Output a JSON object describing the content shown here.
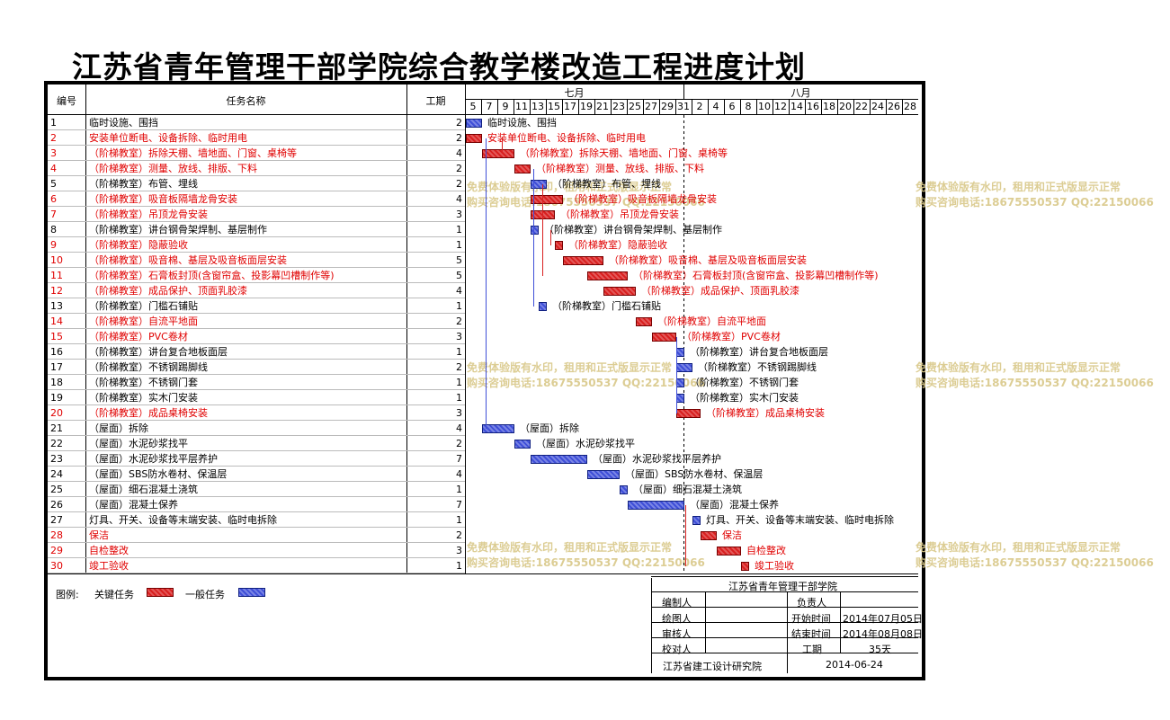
{
  "title": "江苏省青年管理干部学院综合教学楼改造工程进度计划",
  "headers": {
    "no": "编号",
    "name": "任务名称",
    "duration": "工期"
  },
  "months": [
    {
      "label": "七月"
    },
    {
      "label": "八月"
    }
  ],
  "days": [
    "5",
    "7",
    "9",
    "11",
    "13",
    "15",
    "17",
    "19",
    "21",
    "23",
    "25",
    "27",
    "29",
    "31",
    "2",
    "4",
    "6",
    "8",
    "10",
    "12",
    "14",
    "16",
    "18",
    "20",
    "22",
    "24",
    "26",
    "28"
  ],
  "tasks": [
    {
      "no": "1",
      "name": "临时设施、围挡",
      "dur": "2",
      "critical": false,
      "start": 0,
      "len": 2
    },
    {
      "no": "2",
      "name": "安装单位断电、设备拆除、临时用电",
      "dur": "2",
      "critical": true,
      "start": 0,
      "len": 2
    },
    {
      "no": "3",
      "name": "（阶梯教室）拆除天棚、墙地面、门窗、桌椅等",
      "dur": "4",
      "critical": true,
      "start": 2,
      "len": 4
    },
    {
      "no": "4",
      "name": "（阶梯教室）测量、放线、排版、下料",
      "dur": "2",
      "critical": true,
      "start": 6,
      "len": 2
    },
    {
      "no": "5",
      "name": "（阶梯教室）布管、埋线",
      "dur": "2",
      "critical": false,
      "start": 8,
      "len": 2
    },
    {
      "no": "6",
      "name": "（阶梯教室）吸音板隔墙龙骨安装",
      "dur": "4",
      "critical": true,
      "start": 8,
      "len": 4
    },
    {
      "no": "7",
      "name": "（阶梯教室）吊顶龙骨安装",
      "dur": "3",
      "critical": true,
      "start": 8,
      "len": 3
    },
    {
      "no": "8",
      "name": "（阶梯教室）讲台钢骨架焊制、基层制作",
      "dur": "1",
      "critical": false,
      "start": 8,
      "len": 1
    },
    {
      "no": "9",
      "name": "（阶梯教室）隐蔽验收",
      "dur": "1",
      "critical": true,
      "start": 11,
      "len": 1
    },
    {
      "no": "10",
      "name": "（阶梯教室）吸音棉、基层及吸音板面层安装",
      "dur": "5",
      "critical": true,
      "start": 12,
      "len": 5
    },
    {
      "no": "11",
      "name": "（阶梯教室）石膏板封顶(含窗帘盒、投影幕凹槽制作等)",
      "dur": "5",
      "critical": true,
      "start": 15,
      "len": 5
    },
    {
      "no": "12",
      "name": "（阶梯教室）成品保护、顶面乳胶漆",
      "dur": "4",
      "critical": true,
      "start": 17,
      "len": 4
    },
    {
      "no": "13",
      "name": "（阶梯教室）门槛石铺贴",
      "dur": "1",
      "critical": false,
      "start": 9,
      "len": 1
    },
    {
      "no": "14",
      "name": "（阶梯教室）自流平地面",
      "dur": "2",
      "critical": true,
      "start": 21,
      "len": 2
    },
    {
      "no": "15",
      "name": "（阶梯教室）PVC卷材",
      "dur": "3",
      "critical": true,
      "start": 23,
      "len": 3
    },
    {
      "no": "16",
      "name": "（阶梯教室）讲台复合地板面层",
      "dur": "1",
      "critical": false,
      "start": 26,
      "len": 1
    },
    {
      "no": "17",
      "name": "（阶梯教室）不锈钢踢脚线",
      "dur": "2",
      "critical": false,
      "start": 26,
      "len": 2
    },
    {
      "no": "18",
      "name": "（阶梯教室）不锈钢门套",
      "dur": "1",
      "critical": false,
      "start": 26,
      "len": 1
    },
    {
      "no": "19",
      "name": "（阶梯教室）实木门安装",
      "dur": "1",
      "critical": false,
      "start": 26,
      "len": 1
    },
    {
      "no": "20",
      "name": "（阶梯教室）成品桌椅安装",
      "dur": "3",
      "critical": true,
      "start": 26,
      "len": 3
    },
    {
      "no": "21",
      "name": "（屋面）拆除",
      "dur": "4",
      "critical": false,
      "start": 2,
      "len": 4
    },
    {
      "no": "22",
      "name": "（屋面）水泥砂浆找平",
      "dur": "2",
      "critical": false,
      "start": 6,
      "len": 2
    },
    {
      "no": "23",
      "name": "（屋面）水泥砂浆找平层养护",
      "dur": "7",
      "critical": false,
      "start": 8,
      "len": 7
    },
    {
      "no": "24",
      "name": "（屋面）SBS防水卷材、保温层",
      "dur": "4",
      "critical": false,
      "start": 15,
      "len": 4
    },
    {
      "no": "25",
      "name": "（屋面）细石混凝土浇筑",
      "dur": "1",
      "critical": false,
      "start": 19,
      "len": 1
    },
    {
      "no": "26",
      "name": "（屋面）混凝土保养",
      "dur": "7",
      "critical": false,
      "start": 20,
      "len": 7
    },
    {
      "no": "27",
      "name": "灯具、开关、设备等末端安装、临时电拆除",
      "dur": "1",
      "critical": false,
      "start": 28,
      "len": 1
    },
    {
      "no": "28",
      "name": "保洁",
      "dur": "2",
      "critical": true,
      "start": 29,
      "len": 2
    },
    {
      "no": "29",
      "name": "自检整改",
      "dur": "3",
      "critical": true,
      "start": 31,
      "len": 3
    },
    {
      "no": "30",
      "name": "竣工验收",
      "dur": "1",
      "critical": true,
      "start": 34,
      "len": 1
    }
  ],
  "legend": {
    "label": "图例:",
    "critical": "关键任务",
    "normal": "一般任务"
  },
  "title_block": {
    "org": "江苏省青年管理干部学院",
    "compiler": "编制人",
    "owner": "负责人",
    "drawer": "绘图人",
    "start_label": "开始时间",
    "start_value": "2014年07月05日",
    "checker": "审核人",
    "end_label": "结束时间",
    "end_value": "2014年08月08日",
    "proofer": "校对人",
    "dur_label": "工期",
    "dur_value": "35天",
    "institute": "江苏省建工设计研究院",
    "date": "2014-06-24"
  },
  "watermark": {
    "line1": "免费体验版有水印，租用和正式版显示正常",
    "line2": "购买咨询电话:18675550537 QQ:22150066"
  },
  "colors": {
    "critical": "#d92020",
    "normal": "#3f4fd8",
    "red_text": "#e00000"
  }
}
